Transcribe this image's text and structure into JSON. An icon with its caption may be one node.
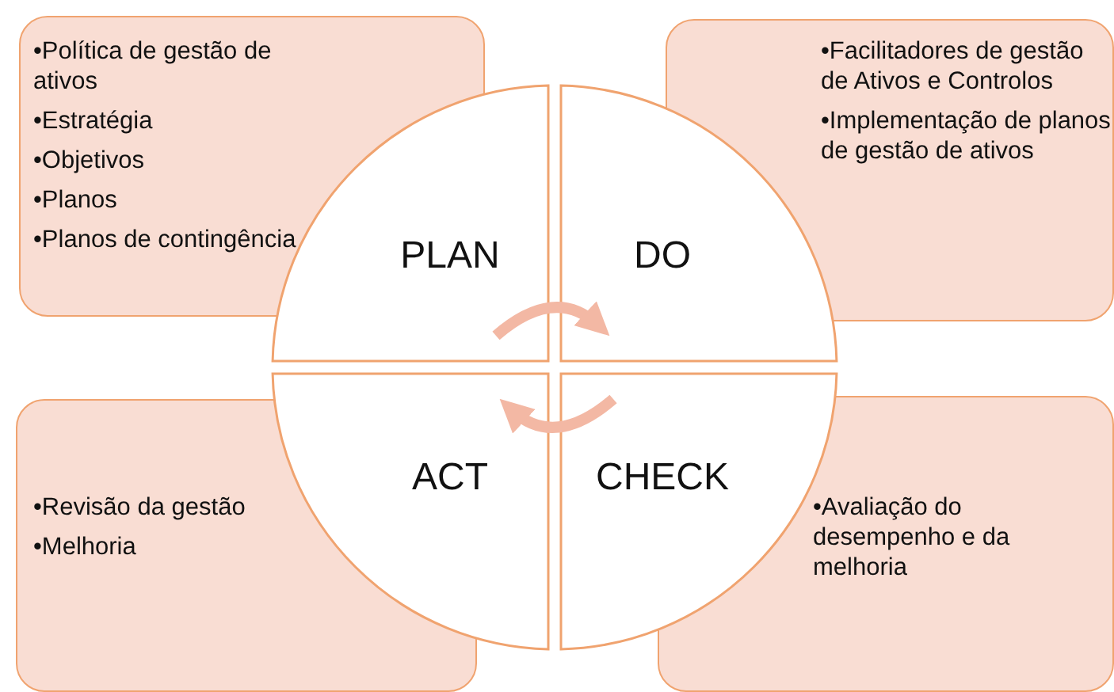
{
  "diagram": {
    "nodes": [
      {
        "text": [
          "•Política de gestão de ativos",
          "•Estratégia",
          "•Objetivos",
          "•Planos",
          "•Planos de contingência"
        ]
      },
      {
        "text": [
          "•Facilitadores de gestão de Ativos e Controlos",
          "•Implementação de planos de gestão de ativos"
        ]
      },
      {
        "text": [
          "•Revisão da gestão",
          "•Melhoria"
        ]
      },
      {
        "text": [
          "•Avaliação do desempenho e da melhoria"
        ]
      },
      {
        "text": [
          "PLAN"
        ]
      },
      {
        "text": [
          "DO"
        ]
      },
      {
        "text": [
          "ACT"
        ]
      },
      {
        "text": [
          "CHECK"
        ]
      }
    ],
    "edges": [
      {
        "from": 4,
        "to": 5,
        "arrow": "to"
      },
      {
        "from": 7,
        "to": 6,
        "arrow": "to"
      }
    ]
  }
}
